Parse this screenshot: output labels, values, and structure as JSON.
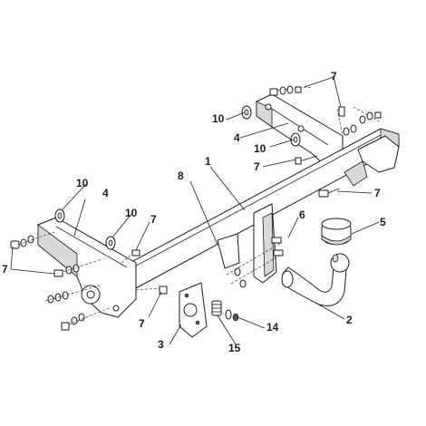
{
  "callouts": {
    "c1": "1",
    "c2": "2",
    "c3": "3",
    "c4a": "4",
    "c4b": "4",
    "c5": "5",
    "c6": "6",
    "c7a": "7",
    "c7b": "7",
    "c7c": "7",
    "c7d": "7",
    "c7e": "7",
    "c7f": "7",
    "c8": "8",
    "c10a": "10",
    "c10b": "10",
    "c10c": "10",
    "c10d": "10",
    "c14": "14",
    "c15": "15"
  },
  "colors": {
    "line": "#1a1a1a",
    "fill": "#ffffff",
    "shade": "#d9d9d9"
  }
}
